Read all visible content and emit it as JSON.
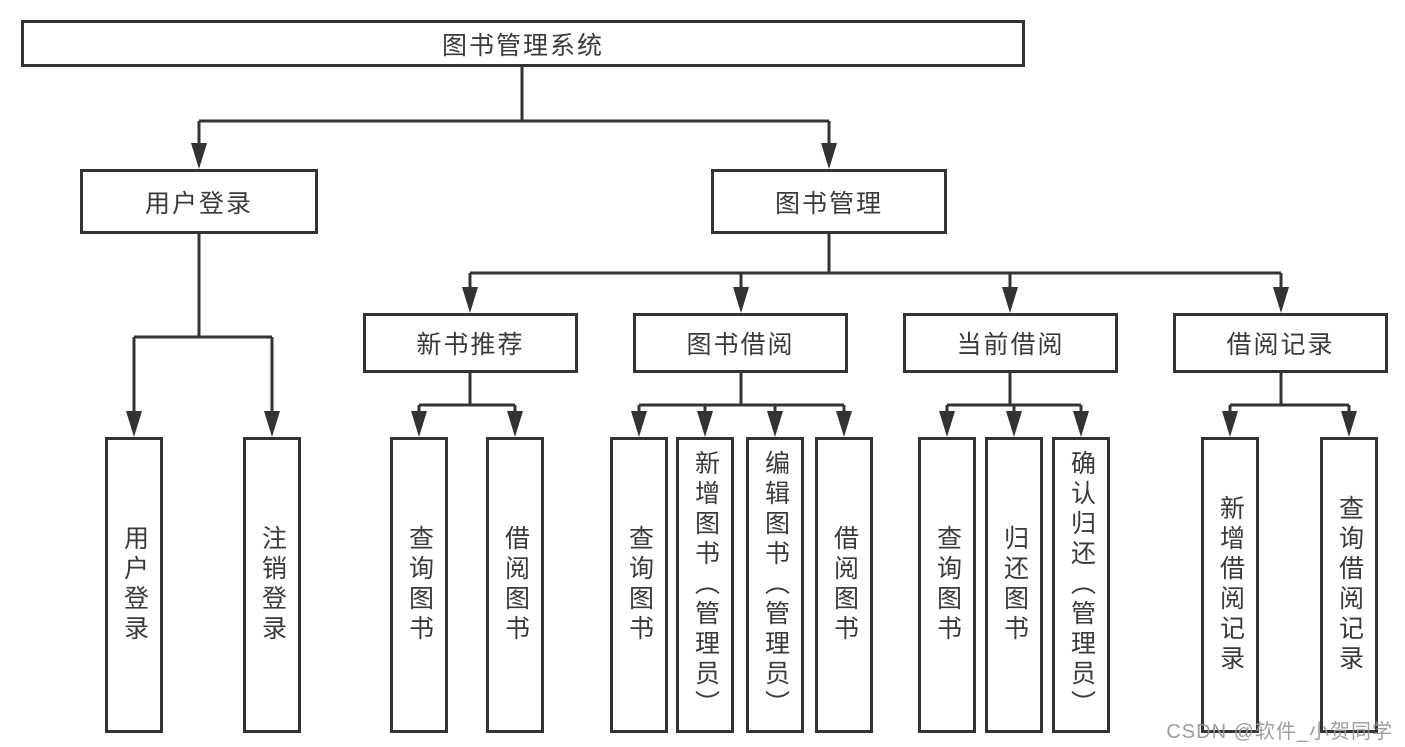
{
  "diagram": {
    "root": {
      "label": "图书管理系统"
    },
    "level1": [
      {
        "label": "用户登录"
      },
      {
        "label": "图书管理"
      }
    ],
    "level2": [
      {
        "label": "新书推荐"
      },
      {
        "label": "图书借阅"
      },
      {
        "label": "当前借阅"
      },
      {
        "label": "借阅记录"
      }
    ],
    "leaves": {
      "login": [
        {
          "label": "用户登录"
        },
        {
          "label": "注销登录"
        }
      ],
      "newbook": [
        {
          "label": "查询图书"
        },
        {
          "label": "借阅图书"
        }
      ],
      "borrow": [
        {
          "label": "查询图书"
        },
        {
          "label": "新增图书（管理员）"
        },
        {
          "label": "编辑图书（管理员）"
        },
        {
          "label": "借阅图书"
        }
      ],
      "current": [
        {
          "label": "查询图书"
        },
        {
          "label": "归还图书"
        },
        {
          "label": "确认归还（管理员）"
        }
      ],
      "records": [
        {
          "label": "新增借阅记录"
        },
        {
          "label": "查询借阅记录"
        }
      ]
    },
    "watermark": "CSDN @软件_小贺同学",
    "colors": {
      "line": "#333333",
      "box_border": "#333333",
      "box_bg": "#ffffff",
      "text": "#3a3a3a",
      "watermark": "#969696"
    }
  }
}
